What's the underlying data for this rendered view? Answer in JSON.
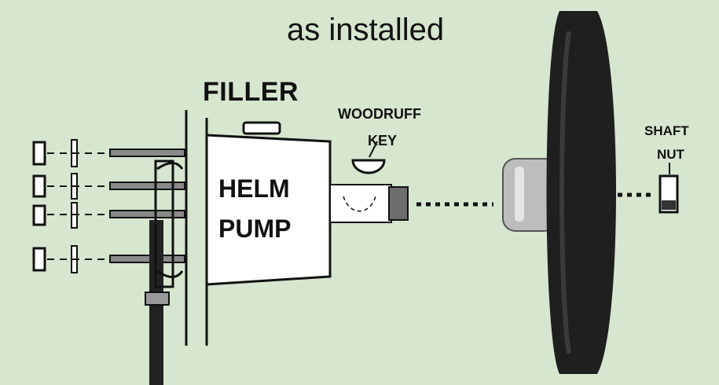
{
  "caption": "as installed",
  "labels": {
    "filler": "FILLER",
    "helm": "HELM",
    "pump": "PUMP",
    "woodruff": "WOODRUFF",
    "key": "KEY",
    "shaft": "SHAFT",
    "nut": "NUT"
  },
  "colors": {
    "background": "#d6e6cf",
    "ink": "#111111",
    "wheel": "#1f1f1f",
    "hub": "#bfbfbf"
  }
}
